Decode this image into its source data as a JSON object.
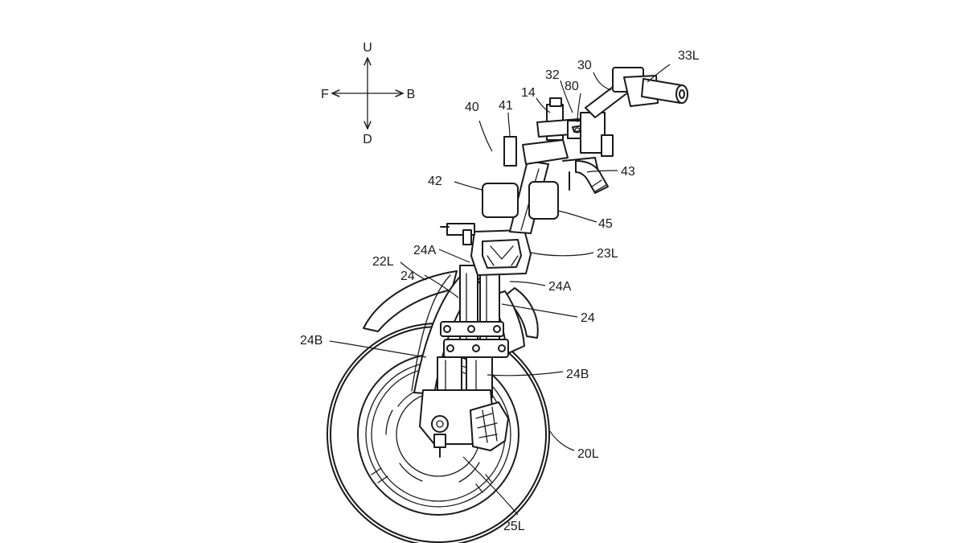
{
  "compass": {
    "up": "U",
    "down": "D",
    "front": "F",
    "back": "B"
  },
  "labels": {
    "l_33L": "33L",
    "l_30": "30",
    "l_32": "32",
    "l_80": "80",
    "l_14": "14",
    "l_40": "40",
    "l_41": "41",
    "l_42": "42",
    "l_43": "43",
    "l_45": "45",
    "l_23L": "23L",
    "l_24A_top": "24A",
    "l_22L": "22L",
    "l_24_left": "24",
    "l_24A_right": "24A",
    "l_24_right": "24",
    "l_24B_left": "24B",
    "l_24B_right": "24B",
    "l_20L": "20L",
    "l_25L": "25L"
  },
  "colors": {
    "line": "#1a1a1a",
    "background": "#ffffff"
  }
}
